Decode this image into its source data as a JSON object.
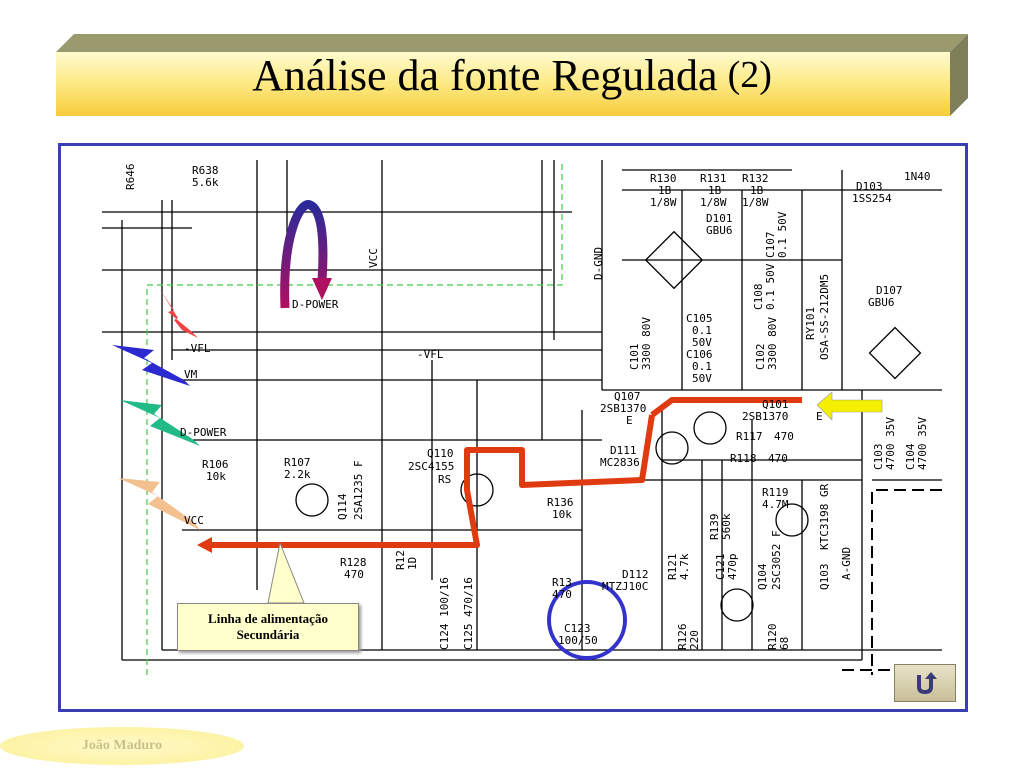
{
  "slide": {
    "title": "Análise da fonte Regulada",
    "title_suffix": "(2)",
    "author": "João Maduro"
  },
  "callout": {
    "line1": "Linha de alimentação",
    "line2": "Secundária"
  },
  "nav": {
    "back_icon": "return-arrow-icon"
  },
  "schematic_labels": {
    "r646": "R646",
    "r638": "R638",
    "r638_val": "5.6k",
    "vcc_tag": "VCC",
    "d_power_tag": "D-POWER",
    "vfl": "-VFL",
    "vfl_tag": "-VFL",
    "vm": "VM",
    "d_power": "D-POWER",
    "vcc": "VCC",
    "r106": "R106",
    "r106_val": "10k",
    "r107": "R107",
    "r107_val": "2.2k",
    "q114": "Q114",
    "q114_part": "2SA1235 F",
    "q110": "Q110",
    "q110_part": "2SC4155",
    "q110_suffix": "RS",
    "r128": "R128",
    "r128_val": "470",
    "r12x": "R12",
    "r12x_val": "1D",
    "c124": "C124 100/16",
    "c125": "C125 470/16",
    "r136": "R136",
    "r136_val": "10k",
    "r13x": "R13",
    "r13x_val": "470",
    "d112": "D112",
    "d112_part": "MTZJ10C",
    "c123": "C123",
    "c123_val": "100/50",
    "r126": "R126",
    "r126_val": "220",
    "r130": "R130",
    "r131": "R131",
    "r132": "R132",
    "r13x_spec": "1B",
    "r13x_spec2": "1/8W",
    "d101": "D101",
    "d101_part": "GBU6",
    "c107": "C107",
    "c107_val": "0.1 50V",
    "c108": "C108",
    "c108_val": "0.1 50V",
    "c105": "C105",
    "c105_val": "0.1",
    "c105_v": "50V",
    "c106": "C106",
    "c106_val": "0.1",
    "c106_v": "50V",
    "c101": "C101",
    "c101_val": "3300 80V",
    "c102": "C102",
    "c102_val": "3300 80V",
    "ry101": "RY101",
    "ry101_part": "OSA-SS-212DM5",
    "d103": "D103",
    "d103_part": "1SS254",
    "d103_type": "1N40",
    "d107": "D107",
    "d107_part": "GBU6",
    "q107": "Q107",
    "q107_part": "2SB1370",
    "q107_e": "E",
    "q101": "Q101",
    "q101_part": "2SB1370",
    "q101_e": "E",
    "d111": "D111",
    "d111_part": "MC2836",
    "r117": "R117",
    "r117_val": "470",
    "r118": "R118",
    "r118_val": "470",
    "r139": "R139",
    "r139_val": "560k",
    "r119": "R119",
    "r119_val": "4.7M",
    "r121": "R121",
    "r121_val": "4.7k",
    "c121": "C121",
    "c121_val": "470p",
    "q104": "Q104",
    "q104_part": "2SC3052 F",
    "q103": "Q103",
    "q103_part": "KTC3198 GR",
    "r120": "R120",
    "r120_val": "68",
    "c103": "C103",
    "c103_val": "4700 35V",
    "c104": "C104",
    "c104_val": "4700 35V",
    "a_gnd": "A-GND",
    "d_gnd": "D-GND"
  }
}
